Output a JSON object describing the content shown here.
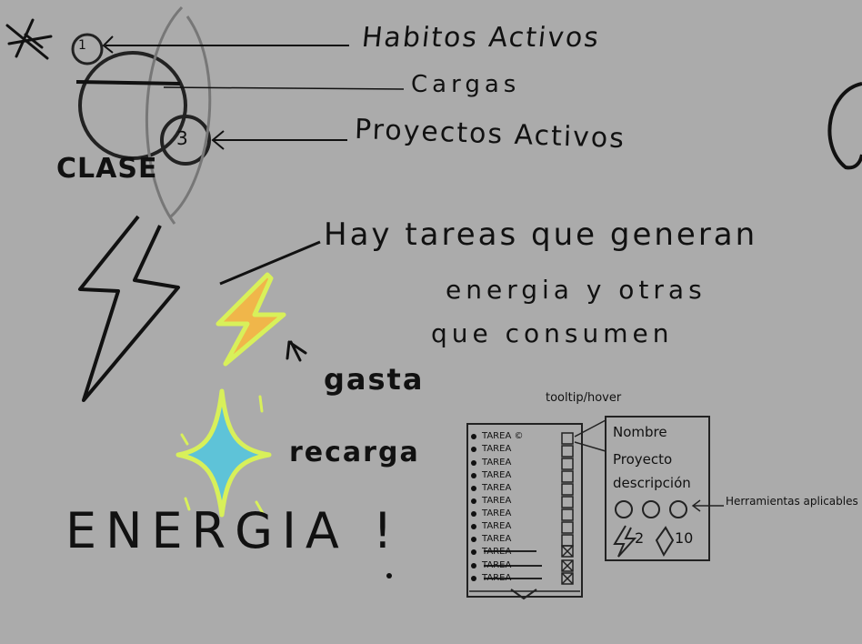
{
  "labels": {
    "habitos": "Habitos Activos",
    "cargas": "Cargas",
    "proyectos": "Proyectos Activos",
    "clase": "CLASE",
    "hay_line1": "Hay tareas que generan",
    "hay_line2": "energia y otras",
    "hay_line3": "que consumen",
    "gasta": "gasta",
    "recarga": "recarga",
    "energia": "ENERGIA !",
    "tooltip": "tooltip/hover",
    "herramientas": "Herramientas aplicables"
  },
  "class_badges": {
    "one": "1",
    "three": "3"
  },
  "task_list": {
    "items": [
      {
        "label": "TAREA ©",
        "done": false
      },
      {
        "label": "TAREA",
        "done": false
      },
      {
        "label": "TAREA",
        "done": false
      },
      {
        "label": "TAREA",
        "done": false
      },
      {
        "label": "TAREA",
        "done": false
      },
      {
        "label": "TAREA",
        "done": false
      },
      {
        "label": "TAREA",
        "done": false
      },
      {
        "label": "TAREA",
        "done": false
      },
      {
        "label": "TAREA",
        "done": false
      },
      {
        "label": "TAREA",
        "done": true
      },
      {
        "label": "TAREA",
        "done": true
      },
      {
        "label": "TAREA",
        "done": true
      }
    ]
  },
  "detail_panel": {
    "nombre": "Nombre",
    "proyecto": "Proyecto",
    "descripcion": "descripción",
    "energy_value": "2",
    "gem_value": "10"
  },
  "colors": {
    "background": "#ababab",
    "ink": "#111111",
    "bolt_outline": "#d8f05a",
    "bolt_fill": "#f0b64a",
    "sparkle_fill": "#5ec3d8",
    "sparkle_outline": "#d8f05a"
  },
  "icons": [
    "lightning-bolt-icon",
    "glowing-bolt-icon",
    "sparkle-star-icon",
    "gem-icon",
    "bolt-small-icon"
  ]
}
